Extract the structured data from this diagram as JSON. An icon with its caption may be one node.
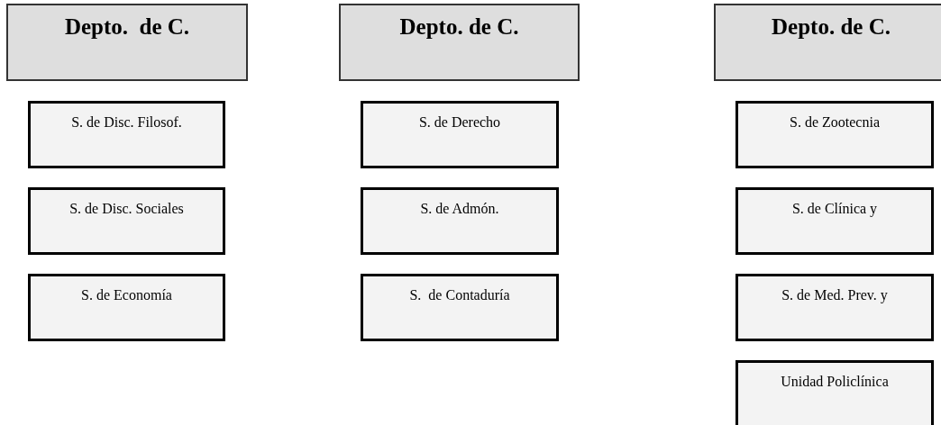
{
  "diagram": {
    "nodes": [
      {
        "text": [
          "Depto.  de C."
        ]
      },
      {
        "text": [
          "S. de Disc. Filosof."
        ]
      },
      {
        "text": [
          "S. de Disc. Sociales"
        ]
      },
      {
        "text": [
          "S. de Economía"
        ]
      },
      {
        "text": [
          "Depto. de C."
        ]
      },
      {
        "text": [
          "S. de Derecho"
        ]
      },
      {
        "text": [
          "S. de Admón."
        ]
      },
      {
        "text": [
          "S.  de Contaduría"
        ]
      },
      {
        "text": [
          "Depto. de C."
        ]
      },
      {
        "text": [
          "S. de Zootecnia"
        ]
      },
      {
        "text": [
          "S. de Clínica y"
        ]
      },
      {
        "text": [
          "S. de Med. Prev. y"
        ]
      },
      {
        "text": [
          "Unidad Policlínica"
        ]
      }
    ],
    "edges": []
  }
}
